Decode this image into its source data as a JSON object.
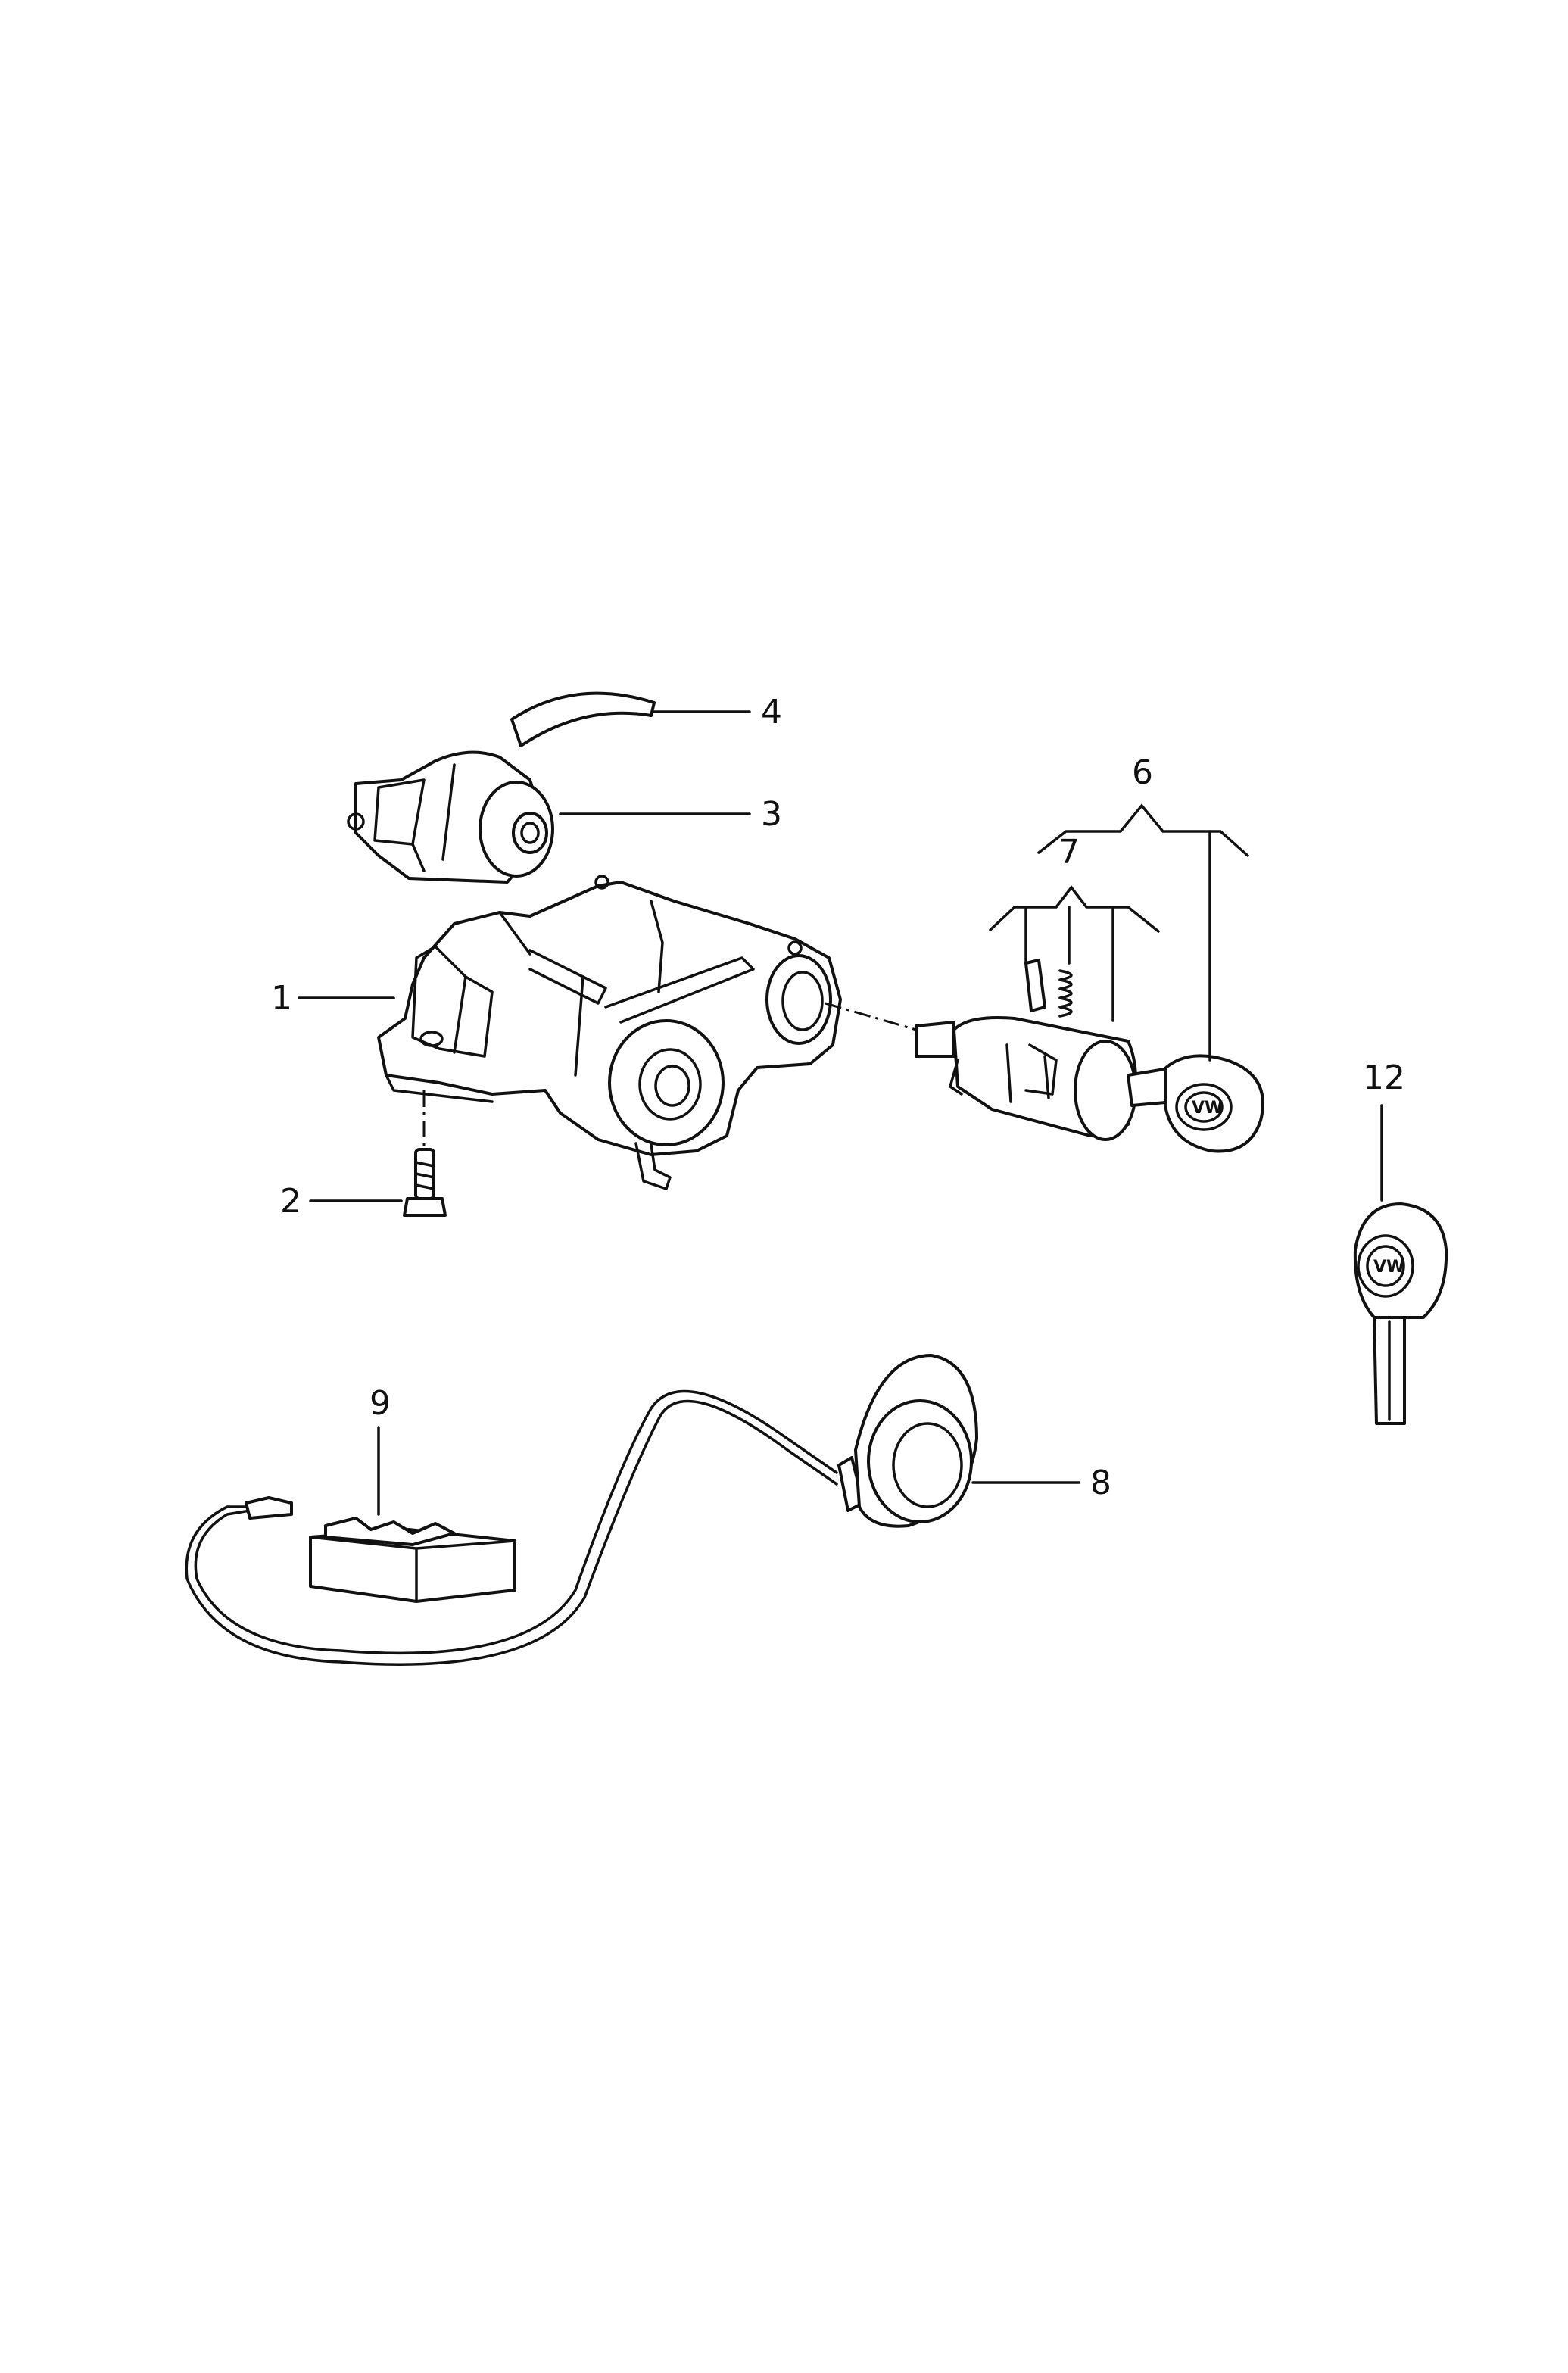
{
  "diagram": {
    "callouts": [
      {
        "id": "c1",
        "label": "1"
      },
      {
        "id": "c2",
        "label": "2"
      },
      {
        "id": "c3",
        "label": "3"
      },
      {
        "id": "c4",
        "label": "4"
      },
      {
        "id": "c6",
        "label": "6"
      },
      {
        "id": "c7",
        "label": "7"
      },
      {
        "id": "c8",
        "label": "8"
      },
      {
        "id": "c9",
        "label": "9"
      },
      {
        "id": "c12",
        "label": "12"
      }
    ],
    "logos": {
      "key_fob": "VW",
      "key_12": "VW"
    }
  }
}
